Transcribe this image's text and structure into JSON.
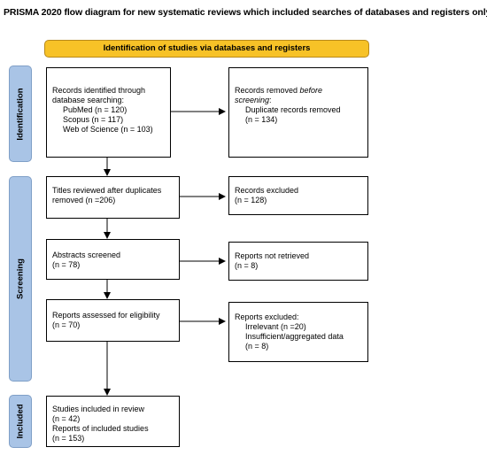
{
  "title": "PRISMA 2020 flow diagram for new systematic reviews which included searches of databases and registers only",
  "banner": "Identification of studies via databases and registers",
  "phases": {
    "identification": "Identification",
    "screening": "Screening",
    "included": "Included"
  },
  "boxes": {
    "records_identified": {
      "line1": "Records identified through",
      "line2": "database searching:",
      "pubmed": "PubMed (n = 120)",
      "scopus": "Scopus (n = 117)",
      "wos": "Web of Science (n = 103)"
    },
    "records_removed": {
      "line1_pre": "Records removed ",
      "line1_em": "before",
      "line2_em": "screening",
      "line2_post": ":",
      "duplicates": "Duplicate records removed",
      "count": "(n = 134)"
    },
    "titles_reviewed": {
      "line1": "Titles reviewed after duplicates",
      "line2": "removed (n =206)"
    },
    "records_excluded": {
      "line1": "Records excluded",
      "line2": "(n = 128)"
    },
    "abstracts_screened": {
      "line1": "Abstracts screened",
      "line2": "(n = 78)"
    },
    "not_retrieved": {
      "line1": "Reports not retrieved",
      "line2": "(n = 8)"
    },
    "eligibility": {
      "line1": "Reports assessed for eligibility",
      "line2": "(n = 70)"
    },
    "reports_excluded": {
      "line1": "Reports excluded:",
      "irrelevant": "Irrelevant (n =20)",
      "insufficient": "Insufficient/aggregated data",
      "insufficient_n": "(n = 8)"
    },
    "included": {
      "line1": "Studies included in review",
      "line2": "(n = 42)",
      "line3": "Reports of included studies",
      "line4": "(n = 153)"
    }
  }
}
